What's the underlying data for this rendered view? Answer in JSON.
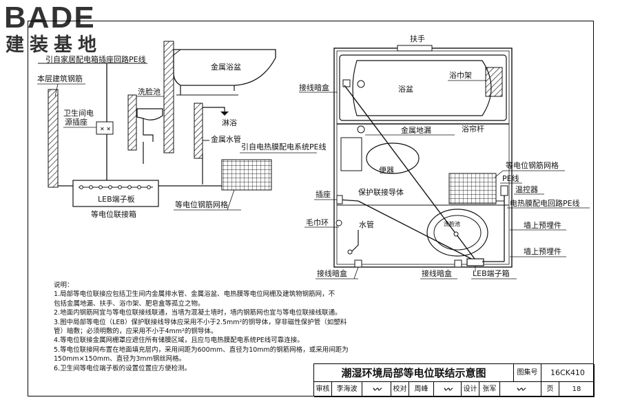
{
  "logo": {
    "brand": "BADE",
    "subtitle": "建装基地"
  },
  "labels": {
    "pe_from_home_box": "引自家居配电箱插座回路PE线",
    "floor_rebar": "本层建筑钢筋",
    "bath_outlet_line1": "卫生间电",
    "bath_outlet_line2": "源插座",
    "metal_bathtub": "金属浴盆",
    "washbasin": "洗脸池",
    "shower": "淋浴",
    "metal_water_pipe": "金属水管",
    "pe_from_heating_film": "引自电热膜配电系统PE线",
    "leb_board": "LEB端子板",
    "equip_box": "等电位联接箱",
    "equip_mesh_left": "等电位钢筋网格",
    "handle": "扶手",
    "junction_box_top": "接线暗盒",
    "tub": "浴盆",
    "towel_rack": "浴巾架",
    "metal_floor_drain": "金属地漏",
    "curtain_rod": "浴帘杆",
    "equip_mesh_right": "等电位钢筋网格",
    "toilet": "便器",
    "pe_line": "PE线",
    "thermostat": "温控器",
    "heating_film_pe": "电热膜配电回路PE线",
    "socket": "插座",
    "protective_conductor": "保护联接导体",
    "towel_ring": "毛巾环",
    "water_pipe": "水管",
    "wash_basin_small": "洗脸池",
    "embedded_part_1": "墙上预埋件",
    "embedded_part_2": "墙上预埋件",
    "junction_box_bottom_left": "接线暗盒",
    "junction_box_bottom_mid": "接线暗盒",
    "leb_box": "LEB端子箱"
  },
  "notes": {
    "heading": "说明：",
    "lines": [
      "1.局部等电位联接应包括卫生间内金属排水管、金属浴盆、电热膜等电位网栅及建筑物钢筋网，不",
      "   包括金属地漏、扶手、浴巾架、肥皂盒等孤立之物。",
      "2.地面内钢筋网宜与等电位联接线联通，当墙为混凝土墙时，墙内钢筋网也宜与等电位联接线联通。",
      "3.图中局部等电位（LEB）保护联接线导体应采用不小于2.5mm²的铜导体，穿非磁性保护管（如塑料",
      "   管）暗敷；必须明敷的，应采用不小于4mm²的铜导体。",
      "4.等电位联接金属网栅罩应遮住所有储膜区域，且应与电热膜配电系统PE线可靠连接。",
      "5.等电位联接网布置在地面填充层内，采用间距为600mm、直径为10mm的钢筋网格，或采用间距为",
      "   150mm×150mm、直径为3mm钢丝网格。",
      "6.卫生间等电位端子板的设置位置应方便检测。"
    ]
  },
  "title_block": {
    "title": "潮湿环境局部等电位联结示意图",
    "atlas_label": "图集号",
    "atlas_no": "16CK410",
    "review_label": "审核",
    "reviewer": "李海波",
    "check_label": "校对",
    "checker": "周峰",
    "design_label": "设计",
    "designer": "张军",
    "page_label": "页",
    "page_no": "18"
  }
}
